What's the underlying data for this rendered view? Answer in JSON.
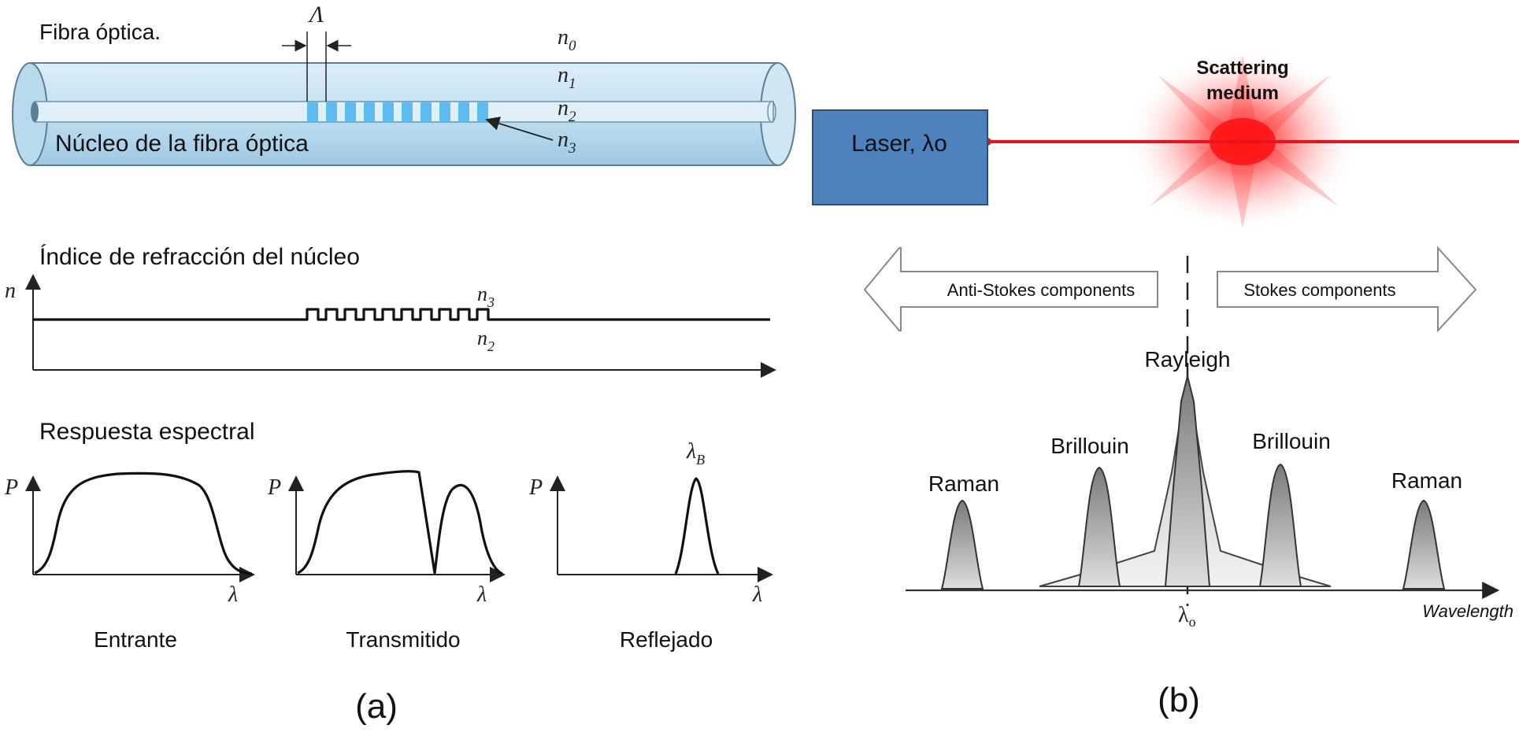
{
  "panel_a": {
    "fiber_title": "Fibra óptica.",
    "period_symbol": "Λ",
    "n0": "n",
    "n0_sub": "0",
    "n1": "n",
    "n1_sub": "1",
    "n2": "n",
    "n2_sub": "2",
    "n3": "n",
    "n3_sub": "3",
    "core_label": "Núcleo de la fibra óptica",
    "index_title": "Índice de refracción del núcleo",
    "index_axis": "n",
    "index_n3": "n",
    "index_n3_sub": "3",
    "index_n2": "n",
    "index_n2_sub": "2",
    "spectral_title": "Respuesta espectral",
    "power_axis": "P",
    "wavelength_axis": "λ",
    "bragg": "λ",
    "bragg_sub": "B",
    "plot1_caption": "Entrante",
    "plot2_caption": "Transmitido",
    "plot3_caption": "Reflejado",
    "panel_label": "(a)"
  },
  "panel_b": {
    "laser_label": "Laser, λo",
    "scatter_line1": "Scattering",
    "scatter_line2": "medium",
    "anti_stokes": "Anti-Stokes components",
    "stokes": "Stokes components",
    "rayleigh": "Rayleigh",
    "brillouin_left": "Brillouin",
    "brillouin_right": "Brillouin",
    "raman_left": "Raman",
    "raman_right": "Raman",
    "lambda0": "λ",
    "lambda0_sub": "o",
    "x_axis": "Wavelength",
    "panel_label": "(b)"
  },
  "colors": {
    "fiber_fill": "#cfe6f3",
    "grating": "#5bbdf0",
    "laser_box": "#4f81bd",
    "beam": "#e8141b",
    "peak_fill": "#8c8c8c"
  }
}
